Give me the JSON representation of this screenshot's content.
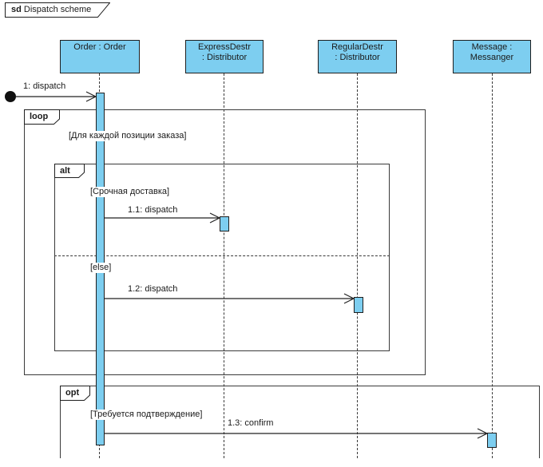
{
  "frame": {
    "keyword": "sd",
    "name": "Dispatch scheme"
  },
  "lifelines": [
    {
      "label": "Order : Order"
    },
    {
      "label": "ExpressDestr\n: Distributor"
    },
    {
      "label": "RegularDestr\n: Distributor"
    },
    {
      "label": "Message :\nMessanger"
    }
  ],
  "messages": {
    "m1": "1: dispatch",
    "m1_1": "1.1: dispatch",
    "m1_2": "1.2: dispatch",
    "m1_3": "1.3: confirm"
  },
  "fragments": {
    "loop": {
      "operator": "loop",
      "guard": "[Для каждой позиции заказа]"
    },
    "alt": {
      "operator": "alt",
      "guard": "[Срочная доставка]",
      "else_guard": "[else]"
    },
    "opt": {
      "operator": "opt",
      "guard": "[Требуется подтверждение]"
    }
  },
  "colors": {
    "shape_fill": "#7DCEF0",
    "shape_border": "#1F1F1F",
    "line": "#3A3A3A"
  }
}
